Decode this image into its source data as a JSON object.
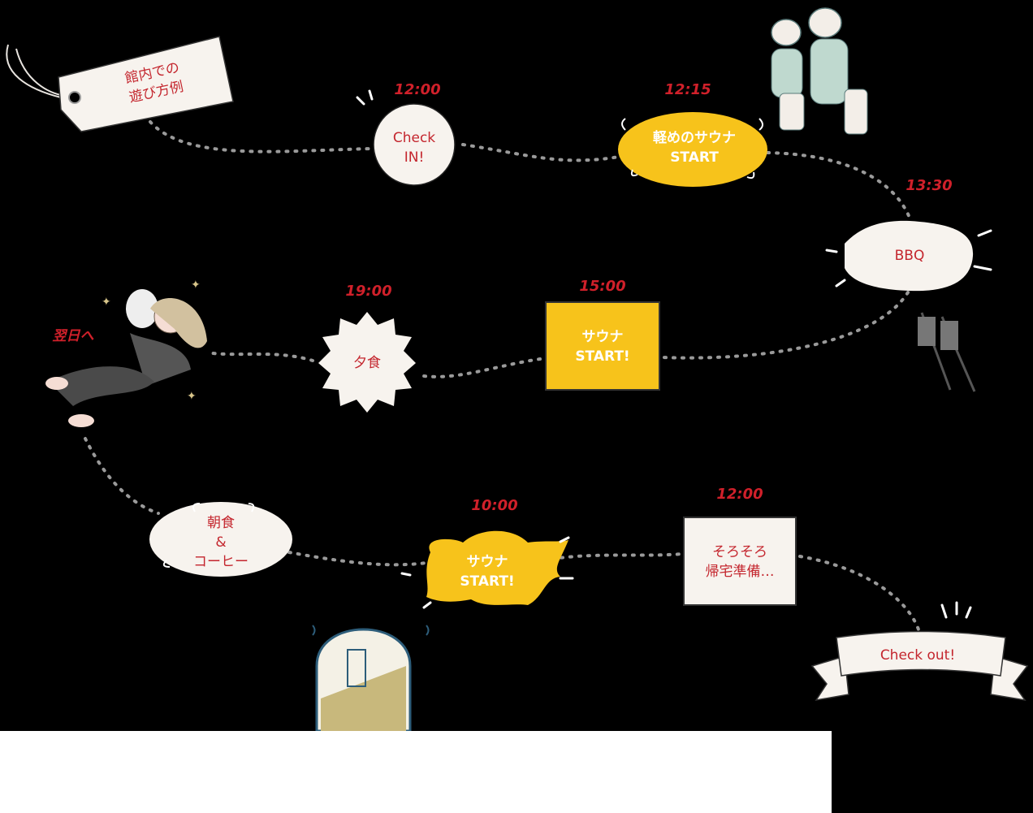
{
  "tag": {
    "label": "館内での\n遊び方例"
  },
  "steps": [
    {
      "id": "checkin",
      "time": "12:00",
      "label": "Check\nIN!"
    },
    {
      "id": "light-sauna",
      "time": "12:15",
      "label": "軽めのサウナ\nSTART"
    },
    {
      "id": "bbq",
      "time": "13:30",
      "label": "BBQ"
    },
    {
      "id": "sauna2",
      "time": "15:00",
      "label": "サウナ\nSTART!"
    },
    {
      "id": "dinner",
      "time": "19:00",
      "label": "夕食"
    },
    {
      "id": "next-day",
      "label": "翌日へ"
    },
    {
      "id": "breakfast",
      "label": "朝食\n&\nコーヒー"
    },
    {
      "id": "sauna3",
      "time": "10:00",
      "label": "サウナ\nSTART!"
    },
    {
      "id": "prepare",
      "time": "12:00",
      "label": "そろそろ\n帰宅準備…"
    },
    {
      "id": "checkout",
      "label": "Check out!"
    }
  ],
  "colors": {
    "accent_red": "#c4262e",
    "sauna_yellow": "#f7c31b",
    "paper": "#f7f3ee",
    "path_dots": "#9a9a9a"
  }
}
